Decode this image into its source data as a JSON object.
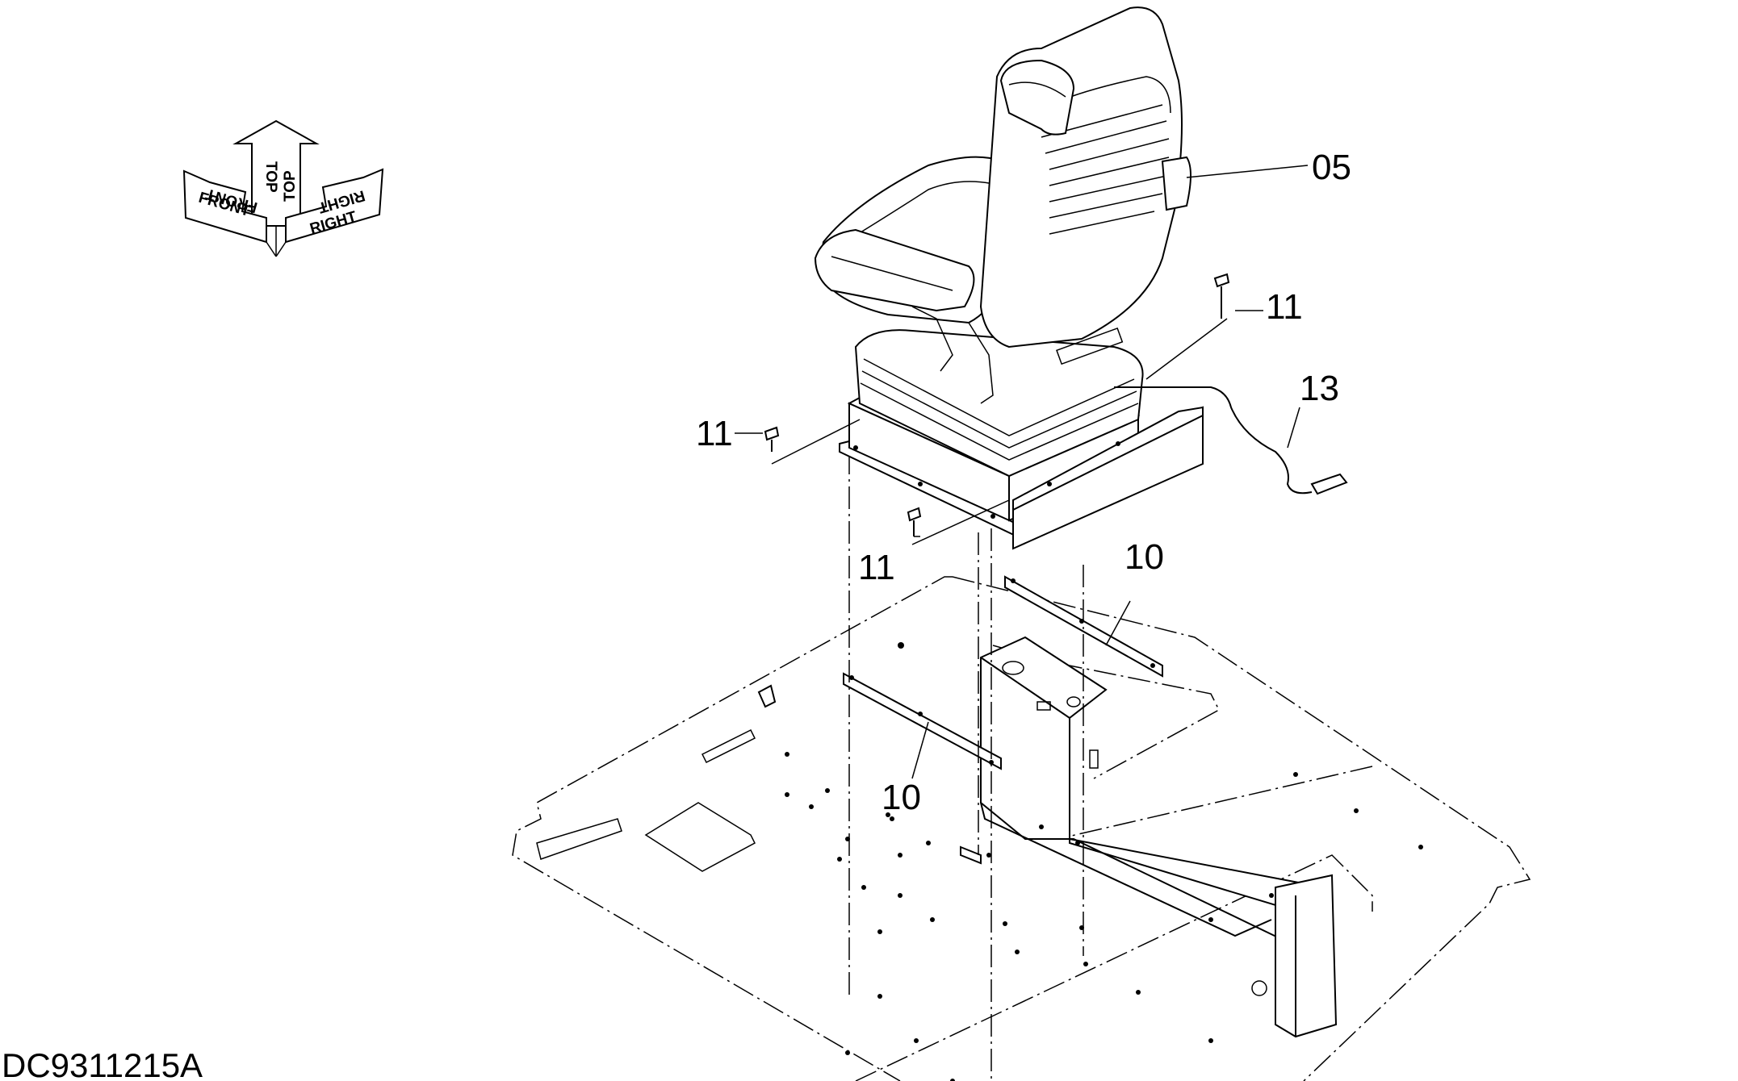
{
  "diagram_code": "DC9311215A",
  "orientation_icon": {
    "front": "FRONT",
    "top": "TOP",
    "right": "RIGHT"
  },
  "callouts": [
    {
      "id": "seat",
      "label": "05"
    },
    {
      "id": "bolt-right",
      "label": "11"
    },
    {
      "id": "bolt-left",
      "label": "11"
    },
    {
      "id": "bolt-bottom",
      "label": "11"
    },
    {
      "id": "harness",
      "label": "13"
    },
    {
      "id": "rail-right",
      "label": "10"
    },
    {
      "id": "rail-left",
      "label": "10"
    }
  ]
}
